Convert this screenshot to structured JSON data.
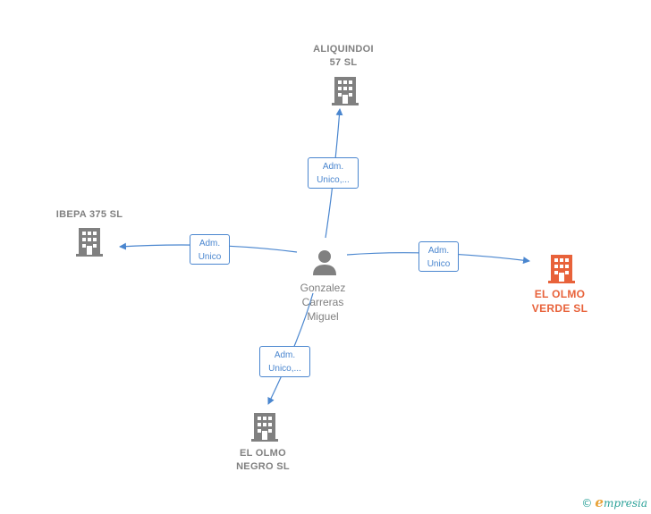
{
  "colors": {
    "edge": "#4a86cf",
    "company": "#808080",
    "focus_company": "#e8623a",
    "person": "#808080"
  },
  "person": {
    "name_line1": "Gonzalez",
    "name_line2": "Carreras",
    "name_line3": "Miguel",
    "icon": "person-icon"
  },
  "companies": {
    "aliquindoi": {
      "line1": "ALIQUINDOI",
      "line2": "57  SL",
      "icon": "building-icon"
    },
    "ibepa": {
      "line1": "IBEPA 375 SL",
      "icon": "building-icon"
    },
    "olmo_verde": {
      "line1": "EL OLMO",
      "line2": "VERDE  SL",
      "icon": "building-icon"
    },
    "olmo_negro": {
      "line1": "EL OLMO",
      "line2": "NEGRO  SL",
      "icon": "building-icon"
    }
  },
  "relations": {
    "to_aliquindoi": {
      "line1": "Adm.",
      "line2": "Unico,..."
    },
    "to_ibepa": {
      "line1": "Adm.",
      "line2": "Unico"
    },
    "to_olmo_verde": {
      "line1": "Adm.",
      "line2": "Unico"
    },
    "to_olmo_negro": {
      "line1": "Adm.",
      "line2": "Unico,..."
    }
  },
  "footer": {
    "copyright": "©",
    "brand_initial": "e",
    "brand_rest": "mpresia"
  }
}
